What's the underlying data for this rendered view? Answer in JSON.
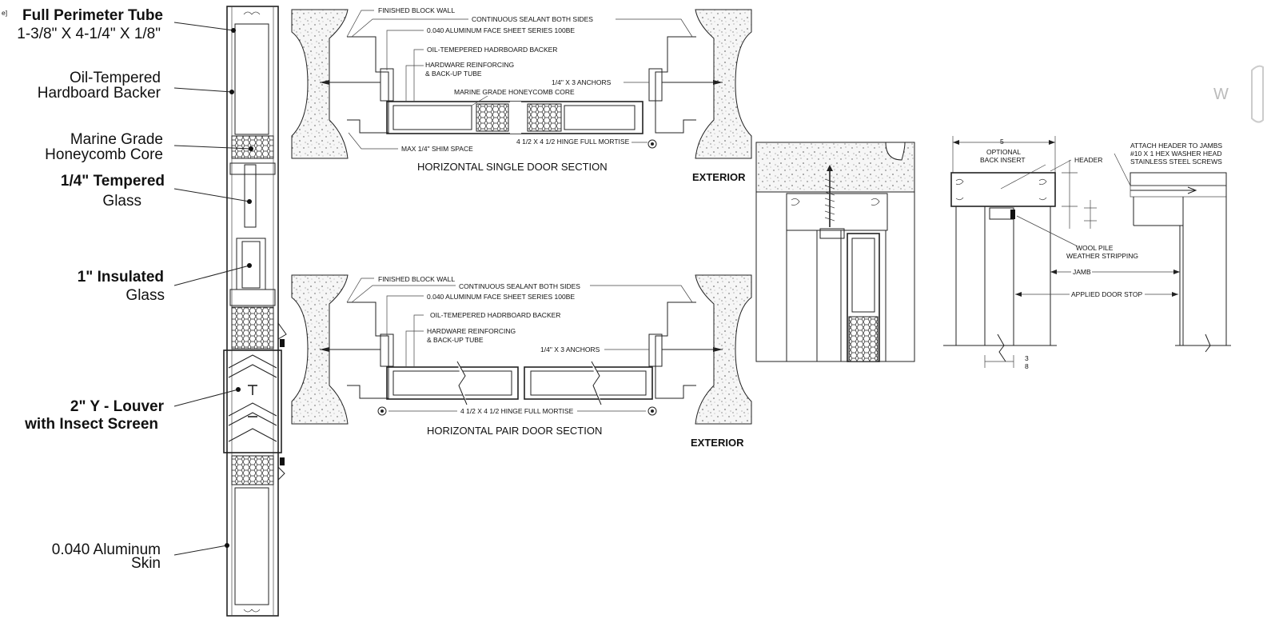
{
  "left_labels": {
    "corner_mark": "e]",
    "perimeter_tube_1": "Full Perimeter Tube",
    "perimeter_tube_2": "1-3/8\" X 4-1/4\" X 1/8\"",
    "backer_1": "Oil-Tempered",
    "backer_2": "Hardboard Backer",
    "core_1": "Marine Grade",
    "core_2": "Honeycomb Core",
    "tempered_1": "1/4\"  Tempered",
    "tempered_2": "Glass",
    "insulated_1": "1\"  Insulated",
    "insulated_2": "Glass",
    "louver_1": "2\"  Y - Louver",
    "louver_2": "with Insect Screen",
    "skin_1": "0.040 Aluminum",
    "skin_2": "Skin"
  },
  "single_section": {
    "finished_block_wall": "FINISHED BLOCK WALL",
    "sealant": "CONTINUOUS SEALANT BOTH SIDES",
    "face_sheet": "0.040 ALUMINUM FACE SHEET SERIES 100BE",
    "backer": "OIL-TEMEPERED HADRBOARD BACKER",
    "reinforcing_1": "HARDWARE REINFORCING",
    "reinforcing_2": "& BACK-UP TUBE",
    "anchors": "1/4\" X 3 ANCHORS",
    "core": "MARINE GRADE HONEYCOMB CORE",
    "shim": "MAX 1/4\" SHIM SPACE",
    "hinge": "4 1/2 X 4 1/2 HINGE FULL MORTISE",
    "title": "HORIZONTAL SINGLE DOOR SECTION",
    "exterior": "EXTERIOR"
  },
  "pair_section": {
    "finished_block_wall": "FINISHED BLOCK WALL",
    "sealant": "CONTINUOUS SEALANT BOTH SIDES",
    "face_sheet": "0.040 ALUMINUM FACE SHEET SERIES 100BE",
    "backer": "OIL-TEMEPERED HADRBOARD BACKER",
    "reinforcing_1": "HARDWARE REINFORCING",
    "reinforcing_2": "& BACK-UP TUBE",
    "anchors": "1/4\" X 3 ANCHORS",
    "hinge": "4 1/2 X 4 1/2 HINGE FULL MORTISE",
    "title": "HORIZONTAL PAIR DOOR SECTION",
    "exterior": "EXTERIOR"
  },
  "header_detail": {
    "dim_width": "5",
    "optional_1": "OPTIONAL",
    "optional_2": "BACK INSERT",
    "header": "HEADER",
    "attach_1": "ATTACH HEADER TO JAMBS",
    "attach_2": "#10 X 1 HEX WASHER HEAD",
    "attach_3": "STAINLESS STEEL SCREWS",
    "wool_1": "WOOL PILE",
    "wool_2": "WEATHER STRIPPING",
    "jamb": "JAMB",
    "door_stop": "APPLIED DOOR STOP",
    "dim_bottom_num": "3",
    "dim_bottom_den": "8"
  },
  "edge_mark": "W",
  "colors": {
    "line": "#222222",
    "concrete": "#f4f4f4",
    "background": "#ffffff"
  }
}
